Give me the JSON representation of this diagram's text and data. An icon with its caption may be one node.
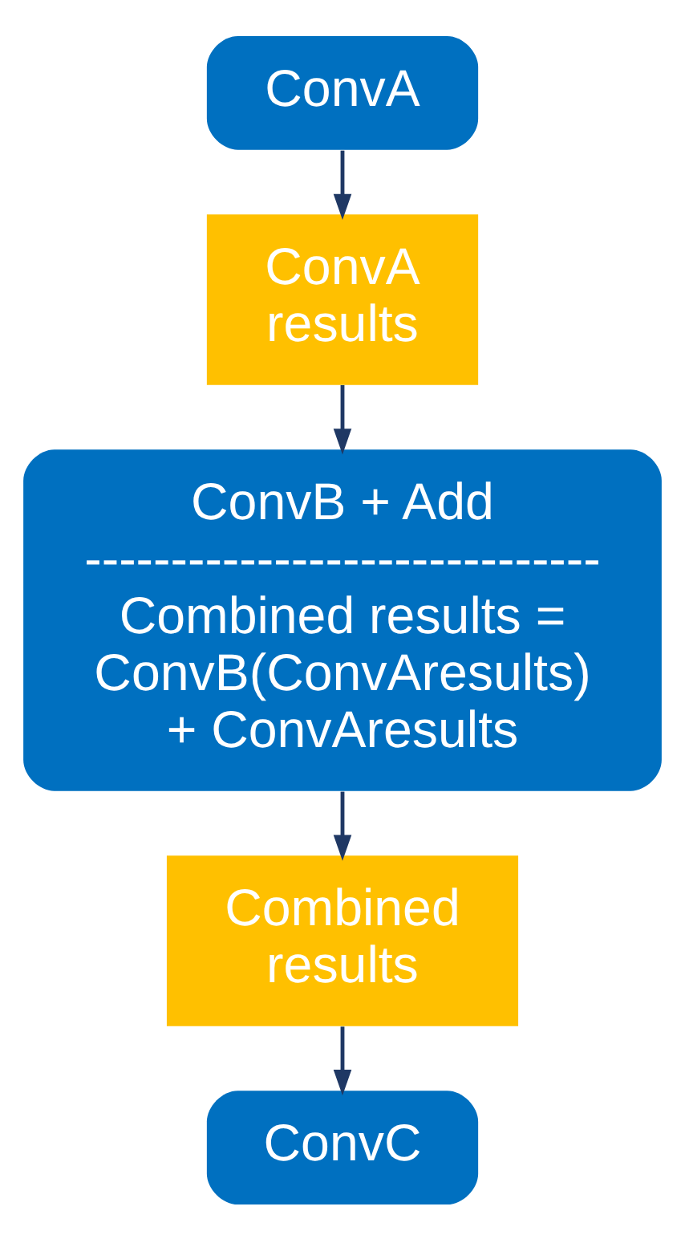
{
  "diagram": {
    "nodes": [
      {
        "text": [
          "ConvA"
        ]
      },
      {
        "text": [
          "ConvA results"
        ]
      },
      {
        "text": [
          "ConvB + Add",
          "------------------------------",
          "Combined results = ConvB(ConvAresults) + ConvAresults"
        ]
      },
      {
        "text": [
          "Combined results"
        ]
      },
      {
        "text": [
          "ConvC"
        ]
      }
    ],
    "edges": [
      {
        "from": 0,
        "to": 1,
        "arrow": "to"
      },
      {
        "from": 1,
        "to": 2,
        "arrow": "to"
      },
      {
        "from": 2,
        "to": 3,
        "arrow": "to"
      },
      {
        "from": 3,
        "to": 4,
        "arrow": "to"
      }
    ]
  }
}
